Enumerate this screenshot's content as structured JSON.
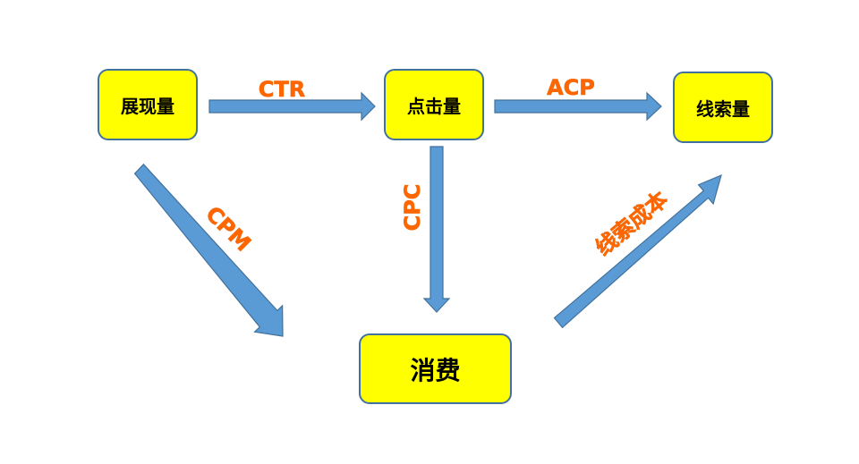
{
  "nodes": {
    "impressions": "展现量",
    "clicks": "点击量",
    "leads": "线索量",
    "spend": "消费"
  },
  "edges": {
    "ctr": "CTR",
    "acp": "ACP",
    "cpm": "CPM",
    "cpc": "CPC",
    "lead_cost": "线索成本"
  },
  "colors": {
    "node_fill": "#ffff00",
    "node_border": "#41719c",
    "arrow_fill": "#5b9bd5",
    "arrow_border": "#41719c",
    "label_color": "#ff6600"
  }
}
